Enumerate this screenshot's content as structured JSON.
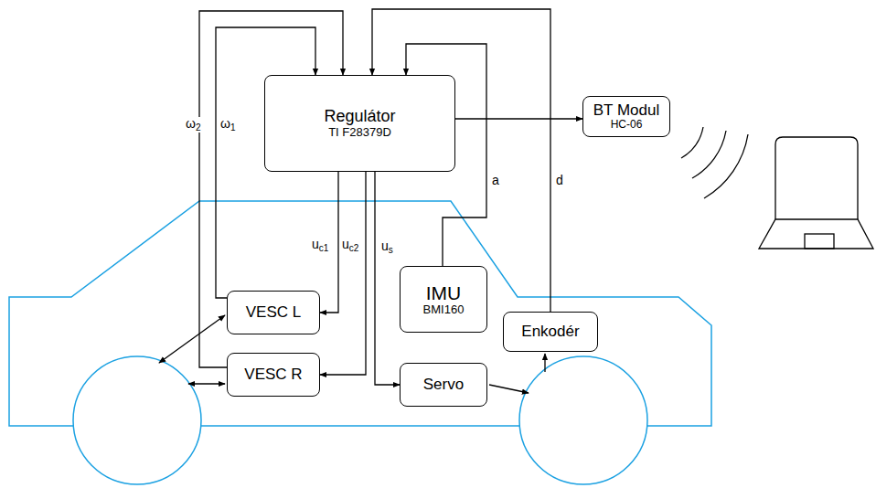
{
  "diagram": {
    "nodes": [
      {
        "text": [
          "Regulátor",
          "TI F28379D"
        ]
      },
      {
        "text": [
          "BT Modul",
          "HC-06"
        ]
      },
      {
        "text": [
          "VESC L"
        ]
      },
      {
        "text": [
          "IMU",
          "BMI160"
        ]
      },
      {
        "text": [
          "VESC R"
        ]
      },
      {
        "text": [
          "Servo"
        ]
      },
      {
        "text": [
          "Enkodér"
        ]
      }
    ],
    "edges": [
      {
        "from": 0,
        "to": 1,
        "arrow": "to"
      },
      {
        "from": 2,
        "to": 0,
        "label": "ω1",
        "arrow": "to"
      },
      {
        "from": 4,
        "to": 0,
        "label": "ω2",
        "arrow": "to"
      },
      {
        "from": 3,
        "to": 0,
        "label": "a",
        "arrow": "to"
      },
      {
        "from": 6,
        "to": 0,
        "label": "d",
        "arrow": "to"
      },
      {
        "from": 0,
        "to": 2,
        "label": "uc1",
        "arrow": "to"
      },
      {
        "from": 0,
        "to": 4,
        "label": "uc2",
        "arrow": "to"
      },
      {
        "from": 0,
        "to": 5,
        "label": "us",
        "arrow": "to"
      }
    ]
  }
}
